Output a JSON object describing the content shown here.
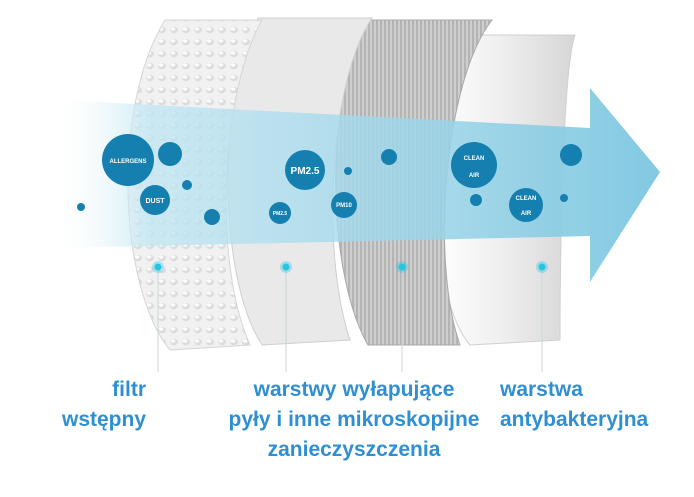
{
  "bubbles": {
    "allergens": "ALLERGENS",
    "dust": "DUST",
    "pm25_large": "PM2.5",
    "pm25_small": "PM2.5",
    "pm10": "PM10",
    "clean_air_1_line1": "CLEAN",
    "clean_air_1_line2": "AIR",
    "clean_air_2_line1": "CLEAN",
    "clean_air_2_line2": "AIR"
  },
  "captions": {
    "prefilter_line1": "filtr",
    "prefilter_line2": "wstępny",
    "capture_line1": "warstwy wyłapujące",
    "capture_line2": "pyły i inne mikroskopijne",
    "capture_line3": "zanieczyszczenia",
    "antibacterial_line1": "warstwa",
    "antibacterial_line2": "antybakteryjna"
  },
  "colors": {
    "caption": "#2f8fd1",
    "bubble": "#1580b0",
    "arrow": "#8fd0e6",
    "marker": "#27c6e0"
  }
}
